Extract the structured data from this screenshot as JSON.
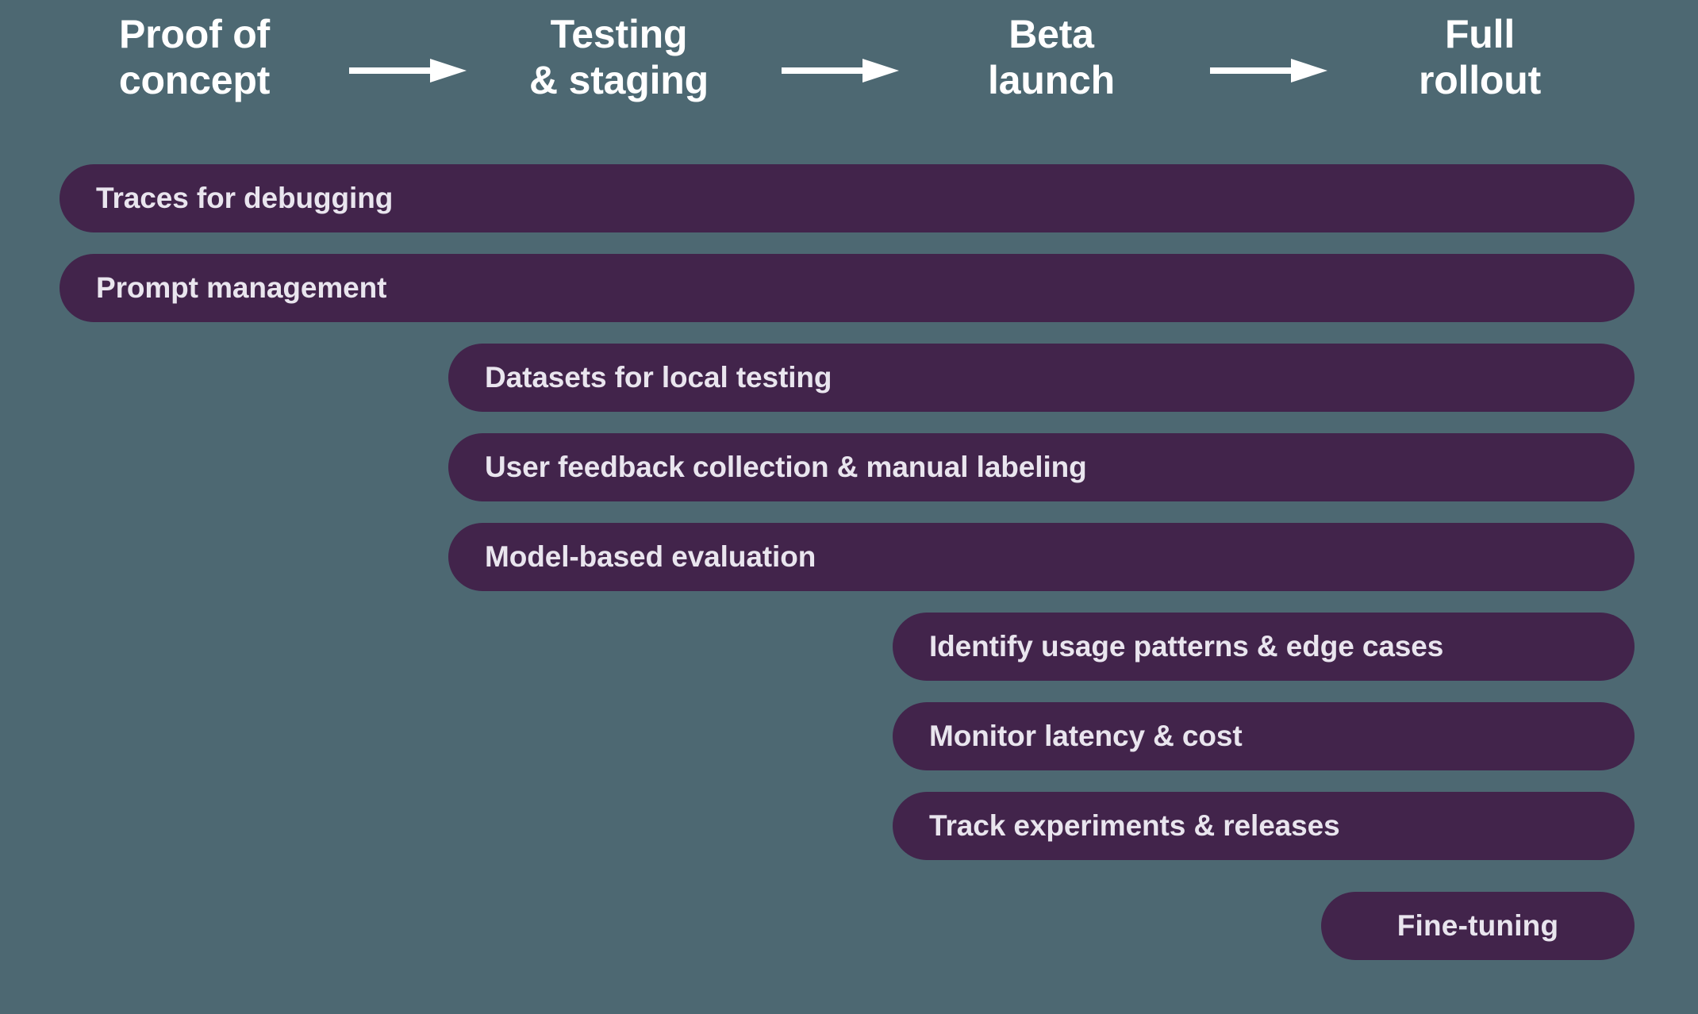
{
  "background_color": "#4d6872",
  "pill_color": "#42244b",
  "pill_text_color": "#e9e5ee",
  "header_text_color": "#ffffff",
  "phases": [
    {
      "label": "Proof of\nconcept"
    },
    {
      "label": "Testing\n& staging"
    },
    {
      "label": "Beta\nlaunch"
    },
    {
      "label": "Full\nrollout"
    }
  ],
  "arrows": [
    {
      "name": "arrow-right-icon-1"
    },
    {
      "name": "arrow-right-icon-2"
    },
    {
      "name": "arrow-right-icon-3"
    }
  ],
  "bars": [
    {
      "label": "Traces for debugging",
      "start_phase": "Proof of concept",
      "end_phase": "Full rollout"
    },
    {
      "label": "Prompt management",
      "start_phase": "Proof of concept",
      "end_phase": "Full rollout"
    },
    {
      "label": "Datasets for local testing",
      "start_phase": "Testing & staging",
      "end_phase": "Full rollout"
    },
    {
      "label": "User feedback collection & manual labeling",
      "start_phase": "Testing & staging",
      "end_phase": "Full rollout"
    },
    {
      "label": "Model-based evaluation",
      "start_phase": "Testing & staging",
      "end_phase": "Full rollout"
    },
    {
      "label": "Identify usage patterns & edge cases",
      "start_phase": "Beta launch",
      "end_phase": "Full rollout"
    },
    {
      "label": "Monitor latency & cost",
      "start_phase": "Beta launch",
      "end_phase": "Full rollout"
    },
    {
      "label": "Track experiments & releases",
      "start_phase": "Beta launch",
      "end_phase": "Full rollout"
    },
    {
      "label": "Fine-tuning",
      "start_phase": "Full rollout",
      "end_phase": "Full rollout"
    }
  ]
}
